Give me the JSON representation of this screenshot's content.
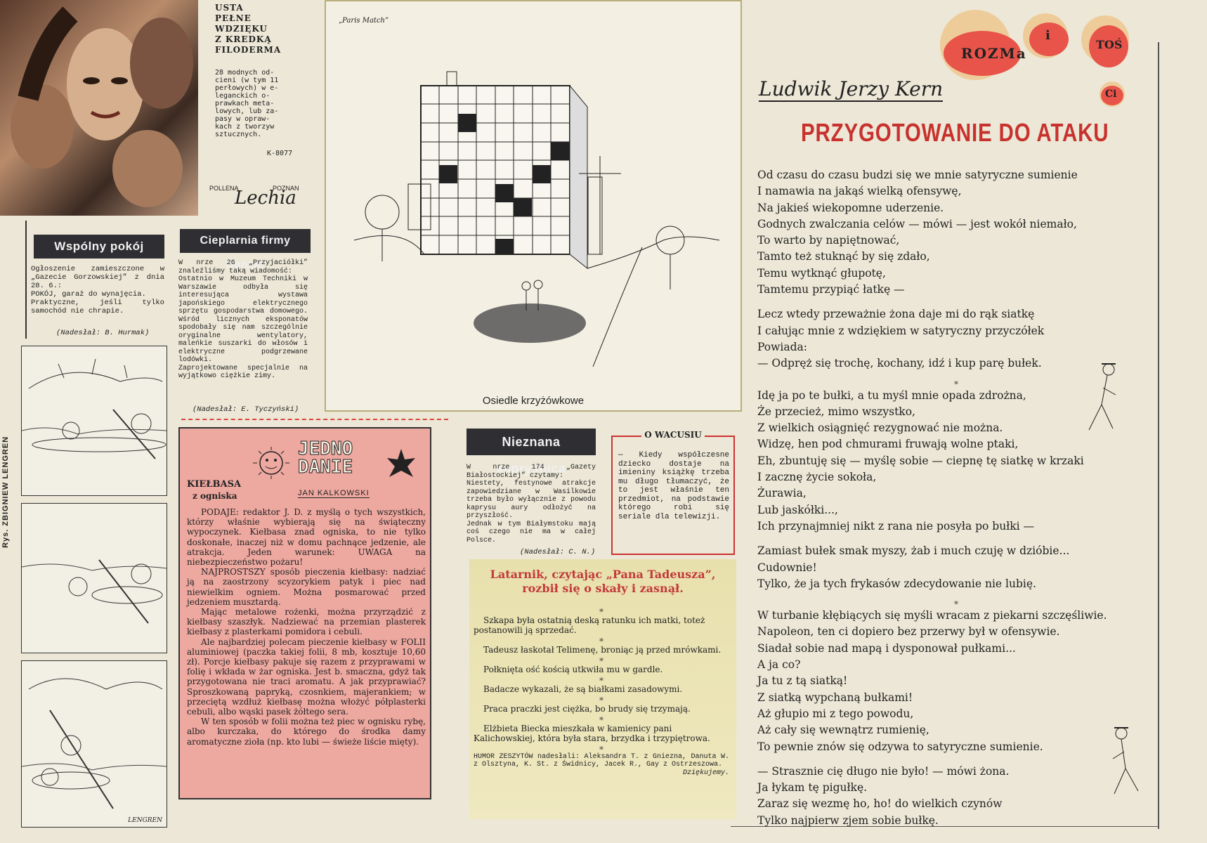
{
  "ad": {
    "heading": "USTA\nPEŁNE\nWDZIĘKU\nZ KREDKĄ\nFILODERMA",
    "body": "28 modnych od-\ncieni (w tym 11\nperłowych) w e-\nleganckich o-\nprawkach meta-\nlowych, lub za-\npasy w opraw-\nkach z tworzyw\nsztucznych.",
    "code": "K-8077",
    "brand_left": "POLLENA",
    "brand_script": "Lechia",
    "brand_right": "POZNAN"
  },
  "wspolny": {
    "title": "Wspólny pokój",
    "text": "Ogłoszenie zamieszczone w „Gazecie Gorzowskiej” z dnia 28. 6.:\nPOKÓJ, garaż do wynajęcia.\nPraktyczne, jeśli tylko samochód nie chrapie.",
    "credit": "(Nadesłał: B. Hurmak)"
  },
  "cieplarnia": {
    "title": "Cieplarnia firmy Banzai",
    "text": "W nrze 26 „Przyjaciółki” znaleźliśmy taką wiadomość:\nOstatnio w Muzeum Techniki w Warszawie odbyła się interesująca wystawa japońskiego elektrycznego sprzętu gospodarstwa domowego. Wśród licznych eksponatów spodobały się nam szczególnie oryginalne wentylatory, maleńkie suszarki do włosów i elektryczne podgrzewane lodówki.\nZaprojektowane specjalnie na wyjątkowo ciężkie zimy.",
    "credit": "(Nadesłał: E. Tyczyński)"
  },
  "cartoon_credit": "Rys. ZBIGNIEW LENGREN",
  "cartoon_signature": "LENGREN",
  "center_cartoon": {
    "source": "„Paris Match”",
    "caption": "Osiedle krzyżówkowe"
  },
  "kielbasa": {
    "header_title": "JEDNO DANIE",
    "header_author": "JAN KALKOWSKI",
    "title": "KIEŁBASA",
    "subtitle": "z ogniska",
    "p1": "PODAJE: redaktor J. D. z myślą o tych wszystkich, którzy właśnie wybierają się na świąteczny wypoczynek. Kiełbasa znad ogniska, to nie tylko doskonałe, inaczej niż w domu pachnące jedzenie, ale atrakcja. Jeden warunek: UWAGA na niebezpieczeństwo pożaru!",
    "p2": "NAJPROSTSZY sposób pieczenia kiełbasy: nadziać ją na zaostrzony scyzorykiem patyk i piec nad niewielkim ogniem. Można posmarować przed jedzeniem musztardą.",
    "p3": "Mając metalowe rożenki, można przyrządzić z kiełbasy szaszłyk. Nadziewać na przemian plasterek kiełbasy z plasterkami pomidora i cebuli.",
    "p4": "Ale najbardziej polecam pieczenie kiełbasy w FOLII aluminiowej (paczka takiej folii, 8 mb, kosztuje 10,60 zł). Porcje kiełbasy pakuje się razem z przyprawami w folię i wkłada w żar ogniska. Jest b. smaczna, gdyż tak przygotowana nie traci aromatu. A jak przyprawiać? Sproszkowaną papryką, czosnkiem, majerankiem; w przeciętą wzdłuż kiełbasę można włożyć półplasterki cebuli, albo wąski pasek żółtego sera.",
    "p5": "W ten sposób w folii można też piec w ognisku rybę, albo kurczaka, do którego do środka damy aromatyczne zioła (np. kto lubi — świeże liście mięty)."
  },
  "nieznana": {
    "title": "Nieznana kapryśnica",
    "text": "W nrze 174 „Gazety Białostockiej” czytamy:\nNiestety, festynowe atrakcje zapowiedziane w Wasilkowie trzeba było wyłącznie z powodu kaprysu aury odłożyć na przyszłość.\nJednak w tym Białymstoku mają coś czego nie ma w całej Polsce.",
    "credit": "(Nadesłał: C. N.)"
  },
  "wacus": {
    "title": "O WACUSIU",
    "text": "— Kiedy współczesne dziecko dostaje na imieniny książkę trzeba mu długo tłumaczyć, że to jest właśnie ten przedmiot, na podstawie którego robi się seriale dla telewizji."
  },
  "humor": {
    "title": "Latarnik, czytając „Pana Tadeusza”, rozbił się o skały i zasnął.",
    "items": [
      "Szkapa była ostatnią deską ratunku ich matki, toteż postanowili ją sprzedać.",
      "Tadeusz łaskotał Telimenę, broniąc ją przed mrówkami.",
      "Połknięta ość kością utkwiła mu w gardle.",
      "Badacze wykazali, że są białkami zasadowymi.",
      "Praca praczki jest ciężka, bo brudy się trzymają.",
      "Elżbieta Biecka mieszkała w kamienicy pani Kalichowskiej, która była stara, brzydka i trzypiętrowa."
    ],
    "credit": "HUMOR ZESZYTÓW nadesłali: Aleksandra T. z Gniezna, Danuta W. z Olsztyna, K. St. z Świdnicy, Jacek R., Gay z Ostrzeszowa.",
    "thanks": "Dziękujemy."
  },
  "logo": {
    "w1": "ROZMa",
    "w2": "i",
    "w3": "TOŚ",
    "w4": "Ci"
  },
  "poem": {
    "author": "Ludwik Jerzy Kern",
    "title": "PRZYGOTOWANIE DO ATAKU",
    "stanzas": [
      "Od czasu do czasu budzi się we mnie satyryczne sumienie\nI namawia na jakąś wielką ofensywę,\nNa jakieś wiekopomne uderzenie.\nGodnych zwalczania celów — mówi — jest wokół niemało,\nTo warto by napiętnować,\nTamto też stuknąć by się zdało,\nTemu wytknąć głupotę,\nTamtemu przypiąć łatkę —",
      "Lecz wtedy przeważnie żona daje mi do rąk siatkę\nI całując mnie z wdziękiem w satyryczny przyczółek\nPowiada:\n— Odpręż się trochę, kochany, idź i kup parę bułek.",
      "Idę ja po te bułki, a tu myśl mnie opada zdrożna,\nŻe przecież, mimo wszystko,\nZ wielkich osiągnięć rezygnować nie można.\nWidzę, hen pod chmurami fruwają wolne ptaki,\nEh, zbuntuję się — myślę sobie — ciepnę tę siatkę w krzaki\nI zacznę życie sokoła,\nŻurawia,\nLub jaskółki...,\nIch przynajmniej nikt z rana nie posyła po bułki —",
      "Zamiast bułek smak myszy, żab i much czuję w dzióbie...\nCudownie!\nTylko, że ja tych frykasów zdecydowanie nie lubię.",
      "W turbanie kłębiących się myśli wracam z piekarni szczęśliwie.\nNapoleon, ten ci dopiero bez przerwy był w ofensywie.\nSiadał sobie nad mapą i dysponował pułkami...\nA ja co?\nJa tu z tą siatką!\nZ siatką wypchaną bułkami!\nAż głupio mi z tego powodu,\nAż cały się wewnątrz rumienię,\nTo pewnie znów się odzywa to satyryczne sumienie.",
      "— Strasznie cię długo nie było! — mówi żona.\nJa łykam tę pigułkę.\nZaraz się wezmę ho, ho! do wielkich czynów\nTylko najpierw zjem sobie bułkę."
    ]
  }
}
